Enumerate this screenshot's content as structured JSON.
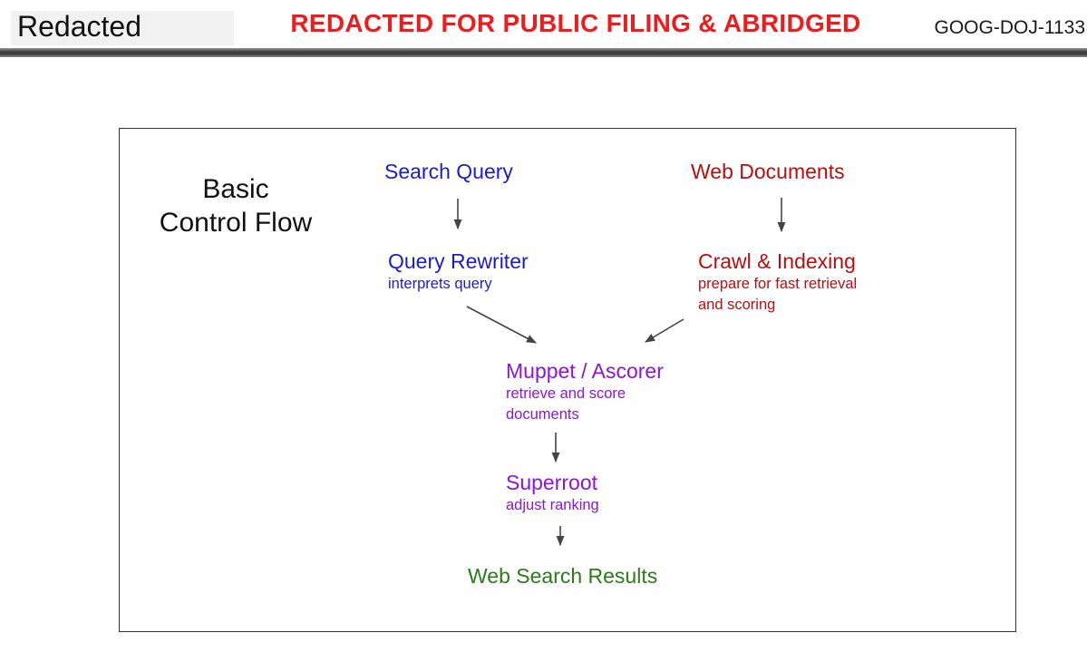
{
  "header": {
    "left_label": "Redacted",
    "center_label": "REDACTED FOR PUBLIC FILING & ABRIDGED",
    "right_label": "GOOG-DOJ-1133",
    "center_color": "#ee1c1c"
  },
  "diagram": {
    "title_line1": "Basic",
    "title_line2": "Control Flow",
    "nodes": {
      "search_query": {
        "label": "Search Query"
      },
      "web_documents": {
        "label": "Web Documents"
      },
      "query_rewriter": {
        "label": "Query Rewriter",
        "sub1": "interprets query"
      },
      "crawl_indexing": {
        "label": "Crawl & Indexing",
        "sub1": "prepare for fast retrieval",
        "sub2": "and scoring"
      },
      "muppet_ascorer": {
        "label": "Muppet / Ascorer",
        "sub1": "retrieve and score",
        "sub2": "documents"
      },
      "superroot": {
        "label": "Superroot",
        "sub1": "adjust ranking"
      },
      "web_search_results": {
        "label": "Web Search Results"
      }
    },
    "edges": [
      {
        "from": "search_query",
        "to": "query_rewriter"
      },
      {
        "from": "web_documents",
        "to": "crawl_indexing"
      },
      {
        "from": "query_rewriter",
        "to": "muppet_ascorer"
      },
      {
        "from": "crawl_indexing",
        "to": "muppet_ascorer"
      },
      {
        "from": "muppet_ascorer",
        "to": "superroot"
      },
      {
        "from": "superroot",
        "to": "web_search_results"
      }
    ],
    "colors": {
      "query_path": "#1c1ccf",
      "document_path": "#b80f0f",
      "ranking": "#8d15d6",
      "results": "#2c7a1a",
      "arrow": "#444444"
    }
  }
}
